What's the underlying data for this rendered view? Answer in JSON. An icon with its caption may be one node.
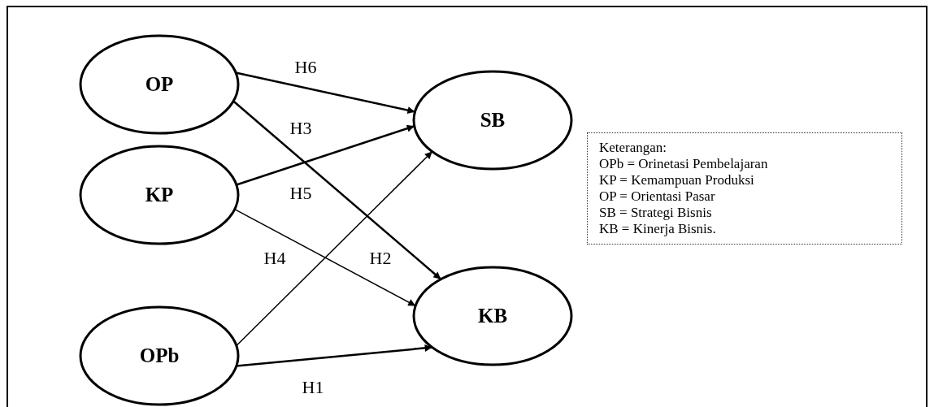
{
  "diagram": {
    "nodes": [
      {
        "text": [
          "OP"
        ]
      },
      {
        "text": [
          "KP"
        ]
      },
      {
        "text": [
          "OPb"
        ]
      },
      {
        "text": [
          "SB"
        ]
      },
      {
        "text": [
          "KB"
        ]
      },
      {
        "text": [
          "Keterangan:",
          "OPb = Orinetasi Pembelajaran",
          "KP = Kemampuan Produksi",
          "OP = Orientasi Pasar",
          "SB = Strategi Bisnis",
          "KB = Kinerja Bisnis."
        ]
      }
    ],
    "edges": [
      {
        "from": 2,
        "to": 4,
        "arrow": "to",
        "label": "H1"
      },
      {
        "from": 1,
        "to": 4,
        "arrow": "to",
        "label": "H2"
      },
      {
        "from": 0,
        "to": 4,
        "arrow": "to",
        "label": "H3"
      },
      {
        "from": 2,
        "to": 3,
        "arrow": "to",
        "label": "H4"
      },
      {
        "from": 1,
        "to": 3,
        "arrow": "to",
        "label": "H5"
      },
      {
        "from": 0,
        "to": 3,
        "arrow": "to",
        "label": "H6"
      }
    ]
  }
}
